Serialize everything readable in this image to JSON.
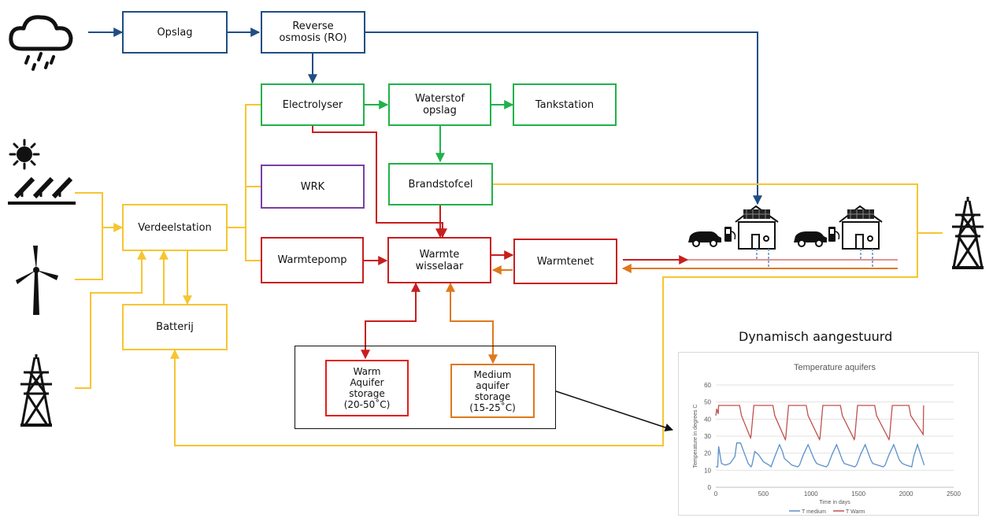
{
  "nodes": {
    "opslag": "Opslag",
    "ro": "Reverse\nosmosis (RO)",
    "electrolyser": "Electrolyser",
    "waterstof": "Waterstof\nopslag",
    "tankstation": "Tankstation",
    "wrk": "WRK",
    "brandstofcel": "Brandstofcel",
    "verdeelstation": "Verdeelstation",
    "batterij": "Batterij",
    "warmtepomp": "Warmtepomp",
    "warmtewisselaar": "Warmte\nwisselaar",
    "warmtenet": "Warmtenet",
    "warm_aquifer": "Warm\nAquifer\nstorage\n(20-50˚C)",
    "medium_aquifer": "Medium\naquifer\nstorage\n(15-25˚C)"
  },
  "colors": {
    "water": "#1f4e85",
    "hydrogen": "#20b24a",
    "electricity": "#f7c531",
    "heat": "#c81e1e",
    "medium_heat": "#e0781c",
    "ventilation": "#7a3ea6"
  },
  "icons": [
    "rain-cloud-icon",
    "sun-icon",
    "solar-panel-icon",
    "wind-turbine-icon",
    "power-pylon-icon",
    "house-icon",
    "electric-car-icon",
    "charger-icon"
  ],
  "dynamic_title": "Dynamisch aangestuurd",
  "chart_data": {
    "type": "line",
    "title": "Temperature aquifers",
    "xlabel": "Time in days",
    "ylabel": "Temperature in degrees C",
    "xlim": [
      0,
      2500
    ],
    "ylim": [
      0,
      60
    ],
    "xticks": [
      0,
      500,
      1000,
      1500,
      2000,
      2500
    ],
    "yticks": [
      0,
      10,
      20,
      30,
      40,
      50,
      60
    ],
    "grid": true,
    "legend": "bottom",
    "series": [
      {
        "name": "T medium",
        "color": "#5b8fc9",
        "x": [
          0,
          20,
          30,
          60,
          100,
          150,
          200,
          220,
          260,
          300,
          340,
          370,
          380,
          410,
          450,
          500,
          560,
          580,
          620,
          670,
          700,
          720,
          760,
          800,
          860,
          880,
          920,
          970,
          1030,
          1060,
          1100,
          1160,
          1180,
          1220,
          1270,
          1330,
          1350,
          1400,
          1460,
          1480,
          1520,
          1570,
          1630,
          1650,
          1700,
          1760,
          1780,
          1820,
          1870,
          1930,
          1960,
          2000,
          2060,
          2080,
          2120,
          2190
        ],
        "values": [
          12,
          12,
          24,
          14,
          13,
          14,
          18,
          26,
          26,
          20,
          14,
          12,
          13,
          21,
          19,
          15,
          13,
          12,
          18,
          25,
          21,
          17,
          15,
          13,
          12,
          13,
          19,
          25,
          17,
          14,
          13,
          12,
          13,
          19,
          25,
          16,
          14,
          13,
          12,
          13,
          19,
          25,
          16,
          14,
          13,
          12,
          13,
          19,
          25,
          16,
          14,
          13,
          12,
          18,
          25,
          13
        ]
      },
      {
        "name": "T Warm",
        "color": "#c0504d",
        "x": [
          0,
          10,
          25,
          30,
          250,
          270,
          365,
          370,
          400,
          600,
          620,
          730,
          735,
          765,
          950,
          970,
          1090,
          1095,
          1125,
          1310,
          1330,
          1455,
          1460,
          1490,
          1670,
          1690,
          1820,
          1825,
          1855,
          2030,
          2050,
          2180,
          2185
        ],
        "values": [
          42,
          46,
          43,
          48,
          48,
          42,
          29,
          30,
          48,
          48,
          42,
          28,
          29,
          48,
          48,
          42,
          28,
          29,
          48,
          48,
          42,
          28,
          29,
          48,
          48,
          42,
          28,
          29,
          48,
          48,
          42,
          31,
          48
        ]
      }
    ]
  }
}
